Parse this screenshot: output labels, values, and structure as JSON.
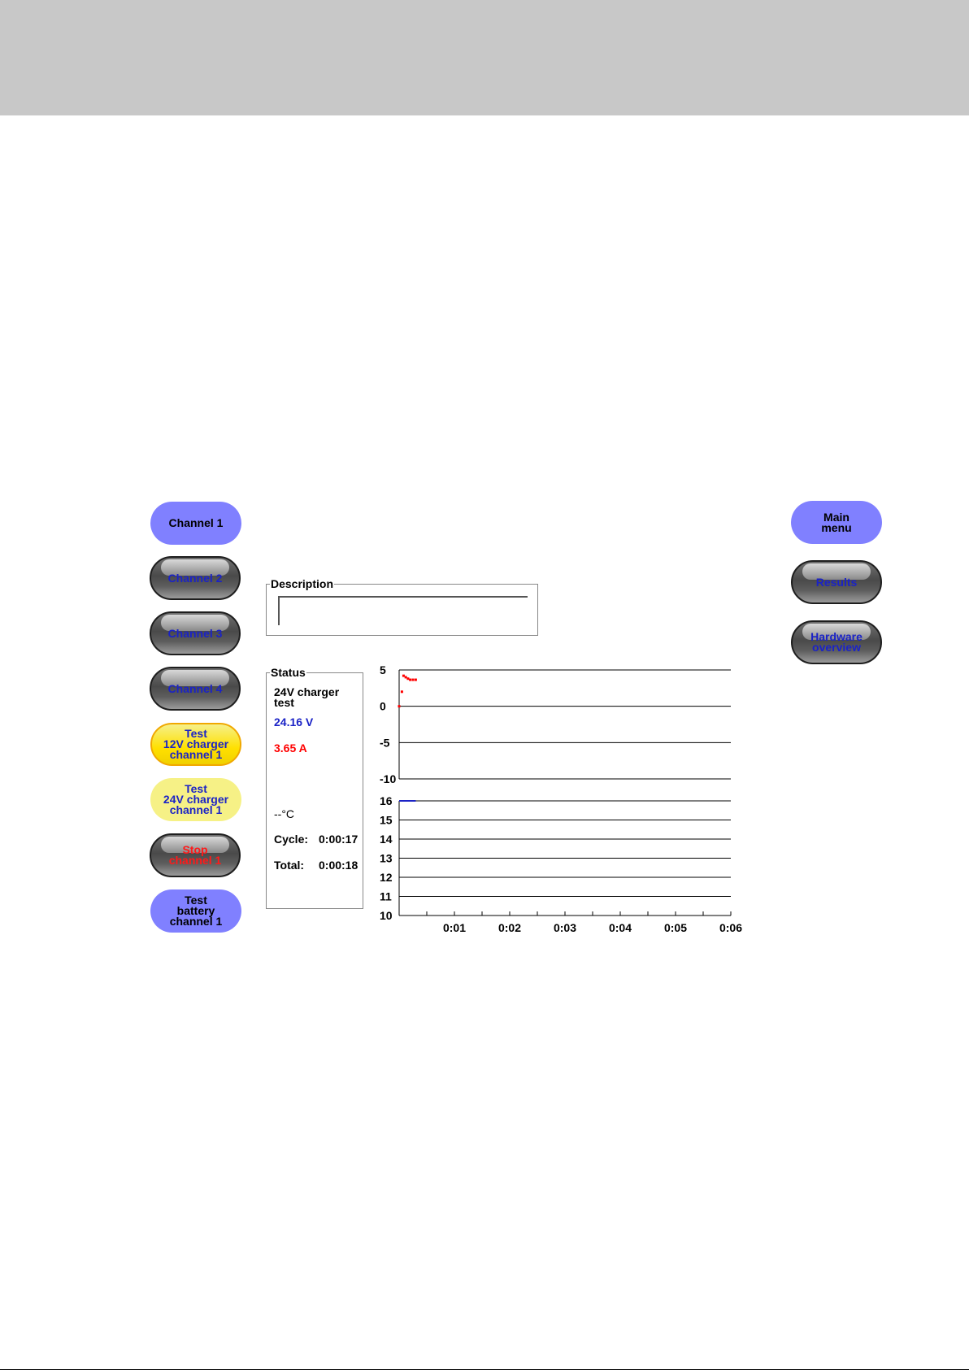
{
  "left_buttons": {
    "channel_1": "Channel 1",
    "channel_2": "Channel 2",
    "channel_3": "Channel 3",
    "channel_4": "Channel 4",
    "test_12v": "Test\n12V charger\nchannel 1",
    "test_24v": "Test\n24V charger\nchannel 1",
    "stop": "Stop\nchannel 1",
    "test_battery": "Test\nbattery\nchannel 1"
  },
  "right_buttons": {
    "main_menu": "Main\nmenu",
    "results": "Results",
    "hardware_overview": "Hardware\noverview"
  },
  "description": {
    "legend": "Description",
    "value": ""
  },
  "status": {
    "legend": "Status",
    "test_name": "24V charger\ntest",
    "voltage": "24.16 V",
    "current": "3.65 A",
    "temperature": "--°C",
    "cycle_label": "Cycle:",
    "cycle_value": "0:00:17",
    "total_label": "Total:",
    "total_value": "0:00:18"
  },
  "colors": {
    "blue_button": "#8080ff",
    "voltage": "#1b23c6",
    "current": "#ff0000",
    "stop_text": "#ff1a1a",
    "yellow_button": "#f6f186"
  },
  "chart_data": [
    {
      "type": "scatter",
      "name": "current",
      "ylim": [
        -10,
        5
      ],
      "yticks": [
        5,
        0,
        -5,
        -10
      ],
      "xlim": [
        0,
        6
      ],
      "xticklabels": [
        "0:01",
        "0:02",
        "0:03",
        "0:04",
        "0:05",
        "0:06"
      ],
      "grid": true,
      "color": "#ff0000",
      "series": [
        {
          "x": [
            0.0,
            0.05,
            0.08,
            0.12,
            0.16,
            0.2,
            0.25,
            0.3
          ],
          "y": [
            0,
            2.0,
            4.2,
            4.0,
            3.8,
            3.65,
            3.65,
            3.65
          ]
        }
      ]
    },
    {
      "type": "line",
      "name": "voltage",
      "ylim": [
        10,
        16
      ],
      "yticks": [
        16,
        15,
        14,
        13,
        12,
        11,
        10
      ],
      "xlim": [
        0,
        6
      ],
      "xticklabels": [
        "0:01",
        "0:02",
        "0:03",
        "0:04",
        "0:05",
        "0:06"
      ],
      "grid": true,
      "color": "#1b23c6",
      "series": [
        {
          "x": [
            0.0,
            0.3
          ],
          "y": [
            16,
            16
          ]
        }
      ]
    }
  ]
}
